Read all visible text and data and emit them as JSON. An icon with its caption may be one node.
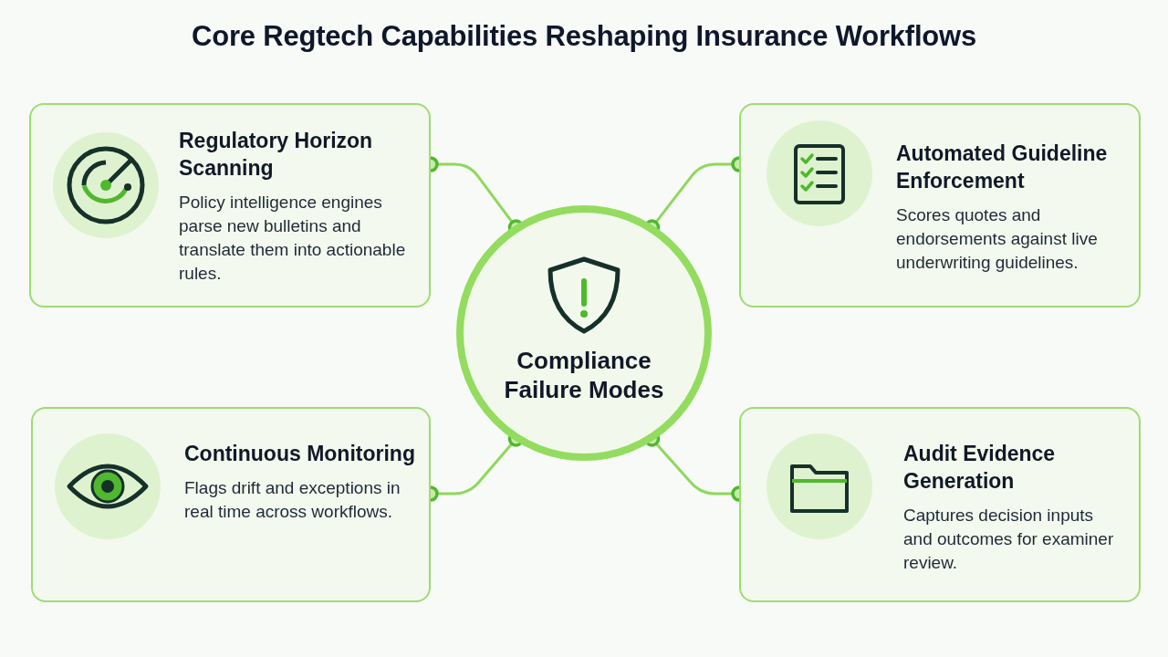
{
  "diagram": {
    "title": "Core Regtech Capabilities Reshaping Insurance Workflows",
    "nodes": [
      {
        "text": [
          "Compliance Failure Modes"
        ]
      },
      {
        "text": [
          "Regulatory Horizon Scanning",
          "Policy intelligence engines parse new bulletins and translate them into actionable rules."
        ]
      },
      {
        "text": [
          "Automated Guideline Enforcement",
          "Scores quotes and endorsements against live underwriting guidelines."
        ]
      },
      {
        "text": [
          "Continuous Monitoring",
          "Flags drift and exceptions in real time across workflows."
        ]
      },
      {
        "text": [
          "Audit Evidence Generation",
          "Captures decision inputs and outcomes for examiner review."
        ]
      }
    ],
    "edges": [
      {
        "from": 0,
        "to": 1,
        "arrow": "other"
      },
      {
        "from": 0,
        "to": 2,
        "arrow": "other"
      },
      {
        "from": 0,
        "to": 3,
        "arrow": "other"
      },
      {
        "from": 0,
        "to": 4,
        "arrow": "other"
      }
    ]
  }
}
